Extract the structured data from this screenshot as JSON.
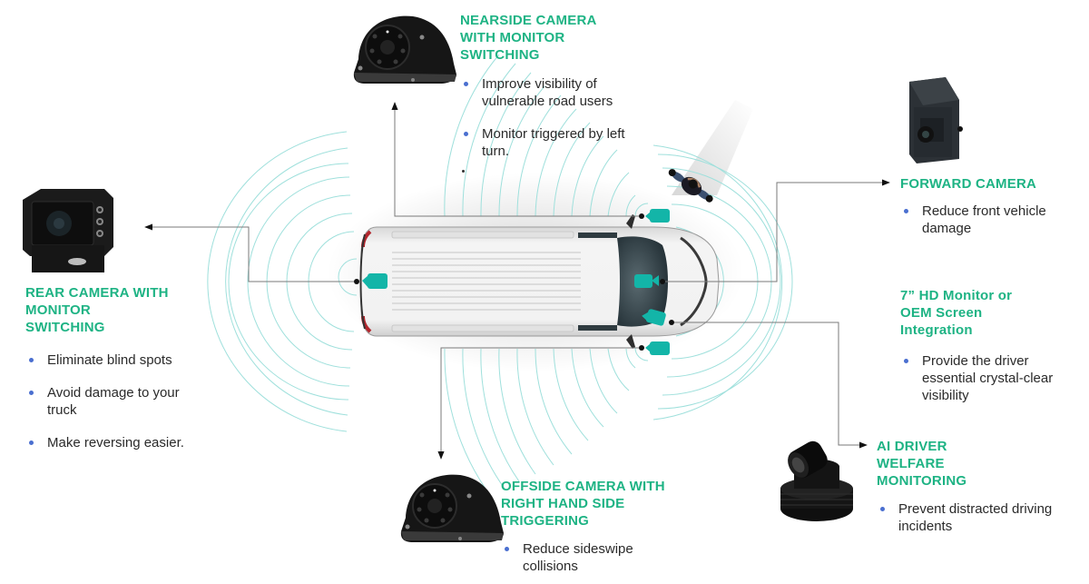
{
  "colors": {
    "heading": "#1eb384",
    "bullet": "#4a6fd0",
    "body_text": "#2a2a2a",
    "camera_marker": "#13b5a8",
    "sensor_arcs": "#9fe0dc",
    "connector_lines": "#777777",
    "van_body": "#ececec",
    "van_tail_lights": "#b3262d"
  },
  "callouts": {
    "nearside": {
      "title_lines": [
        "NEARSIDE CAMERA",
        "WITH MONITOR",
        "SWITCHING"
      ],
      "icon": "dome-side-camera",
      "bullets": [
        "Improve visibility of vulnerable road users",
        "Monitor triggered by left turn."
      ]
    },
    "rear": {
      "title_lines": [
        "REAR CAMERA WITH",
        "MONITOR",
        "SWITCHING"
      ],
      "icon": "box-rear-camera",
      "bullets": [
        "Eliminate blind spots",
        "Avoid damage to your truck",
        "Make reversing easier."
      ]
    },
    "forward": {
      "title_lines": [
        "FORWARD CAMERA"
      ],
      "icon": "hooded-forward-camera",
      "bullets": [
        "Reduce front vehicle damage"
      ]
    },
    "monitor": {
      "title_lines": [
        "7” HD Monitor or",
        "OEM Screen",
        "Integration"
      ],
      "bullets": [
        "Provide the driver essential crystal-clear visibility"
      ]
    },
    "ai_driver": {
      "title_lines": [
        "AI DRIVER",
        "WELFARE",
        "MONITORING"
      ],
      "icon": "tilt-dome-camera",
      "bullets": [
        "Prevent distracted driving incidents"
      ]
    },
    "offside": {
      "title_lines": [
        "OFFSIDE CAMERA WITH",
        "RIGHT HAND SIDE",
        "TRIGGERING"
      ],
      "icon": "dome-side-camera",
      "bullets": [
        "Reduce sideswipe collisions"
      ]
    }
  },
  "vehicle": {
    "type": "van-top-view",
    "camera_positions": [
      "rear",
      "nearside-mirror",
      "forward-windscreen",
      "driver-cab",
      "offside-mirror"
    ]
  },
  "pedestrian": {
    "icon": "pedestrian-top-view"
  }
}
